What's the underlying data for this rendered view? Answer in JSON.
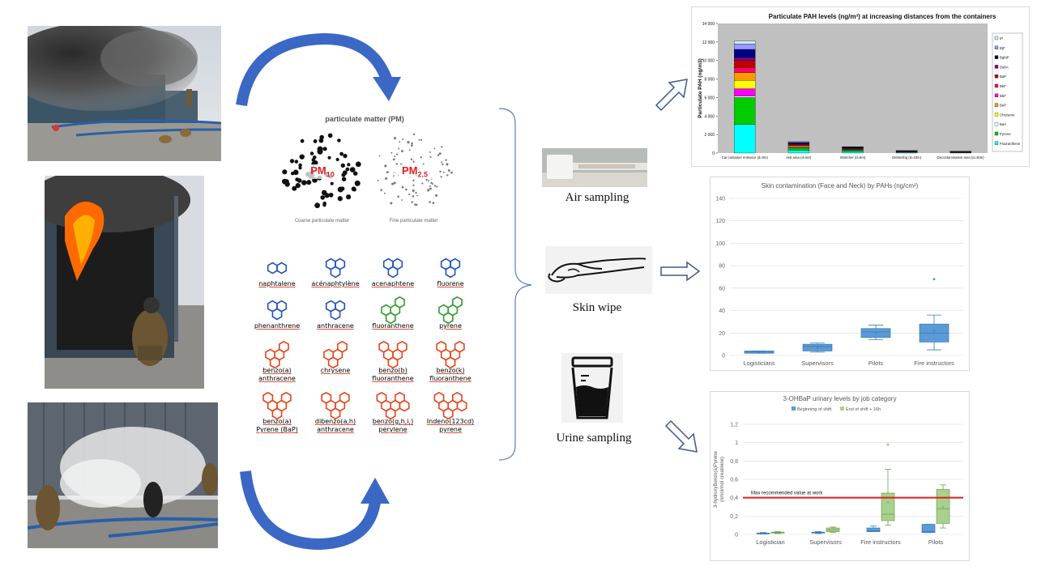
{
  "pm": {
    "title": "particulate matter (PM)",
    "pm10_prefix": "PM",
    "pm10_sub": "10",
    "pm25_prefix": "PM",
    "pm25_sub": "2.5",
    "coarse_label": "Coarse particulate matter",
    "fine_label": "Fine particulate matter"
  },
  "molecules": [
    {
      "name": "naphtalene",
      "color": "#1f4fbf"
    },
    {
      "name": "acénaphtylène",
      "color": "#1f4fbf"
    },
    {
      "name": "acenaphtene",
      "color": "#1f4fbf"
    },
    {
      "name": "fluorene",
      "color": "#1f4fbf"
    },
    {
      "name": "phenanthrene",
      "color": "#1f4fbf"
    },
    {
      "name": "anthracene",
      "color": "#1f4fbf"
    },
    {
      "name": "fluoranthene",
      "color": "#2e9b2e"
    },
    {
      "name": "pyrene",
      "color": "#2e9b2e"
    },
    {
      "name": "benzo(a)\nanthracene",
      "color": "#e8441a"
    },
    {
      "name": "chrysene",
      "color": "#e8441a"
    },
    {
      "name": "benzo(b)\nfluoranthene",
      "color": "#e8441a"
    },
    {
      "name": "benzo(k)\nfluoranthene",
      "color": "#e8441a"
    },
    {
      "name": "benzo(a)\nPyrene (BaP)",
      "color": "#e8441a"
    },
    {
      "name": "dibenzo(a,h)\nanthracene",
      "color": "#e8441a"
    },
    {
      "name": "benzo(g,h,i,)\nperylene",
      "color": "#e8441a"
    },
    {
      "name": "Indeno(123cd)\npyrene",
      "color": "#e8441a"
    }
  ],
  "sampling": {
    "air": "Air sampling",
    "skin": "Skin wipe",
    "urine": "Urine sampling"
  },
  "colors": {
    "arrow_blue": "#3a68c4",
    "red_line": "#e02020",
    "box_blue": "#5b9bd5",
    "box_green": "#a9d18e"
  },
  "chart_data": [
    {
      "type": "bar",
      "title": "Particulate PAH levels (ng/m³) at increasing distances from the containers",
      "ylabel": "Particulate PAH (ng/m3)",
      "ylim": [
        0,
        14000
      ],
      "yticks": [
        "0",
        "2 000",
        "4 000",
        "6 000",
        "8 000",
        "10 000",
        "12 000",
        "14 000"
      ],
      "categories": [
        "Car container entrance (d=0m)",
        "rest area (d=5m)",
        "Stretcher (d=6m)",
        "Debriefing (d=10m)",
        "Decontamination area (d=30m)"
      ],
      "legend": [
        "IP",
        "BjF",
        "BghiP",
        "DahA",
        "BaP",
        "BkF",
        "BbF",
        "BeP",
        "Chrysene",
        "BaA",
        "Pyrene",
        "Fluoranthene"
      ],
      "legend_colors": [
        "#ccecff",
        "#9999ff",
        "#000080",
        "#8b008b",
        "#c00000",
        "#ff0066",
        "#ff00ff",
        "#ff9900",
        "#ffff00",
        "#ffffff",
        "#00cc00",
        "#00ffff"
      ],
      "series": [
        {
          "name": "Fluoranthene",
          "color": "#00ffff",
          "values": [
            3100,
            280,
            160,
            60,
            40
          ]
        },
        {
          "name": "Pyrene",
          "color": "#00cc00",
          "values": [
            2900,
            260,
            150,
            55,
            40
          ]
        },
        {
          "name": "BaA",
          "color": "#ffffff",
          "values": [
            150,
            20,
            10,
            5,
            5
          ]
        },
        {
          "name": "Chrysene",
          "color": "#ff00ff",
          "values": [
            800,
            80,
            50,
            20,
            15
          ]
        },
        {
          "name": "BeP",
          "color": "#ffff00",
          "values": [
            900,
            90,
            50,
            20,
            15
          ]
        },
        {
          "name": "BbF",
          "color": "#ff9900",
          "values": [
            850,
            90,
            50,
            20,
            15
          ]
        },
        {
          "name": "BkF",
          "color": "#ff0066",
          "values": [
            500,
            60,
            30,
            15,
            10
          ]
        },
        {
          "name": "BaP",
          "color": "#c00000",
          "values": [
            800,
            90,
            50,
            20,
            15
          ]
        },
        {
          "name": "DahA",
          "color": "#8b008b",
          "values": [
            300,
            40,
            20,
            10,
            5
          ]
        },
        {
          "name": "BghiP",
          "color": "#000080",
          "values": [
            900,
            100,
            60,
            25,
            20
          ]
        },
        {
          "name": "BjF",
          "color": "#9999ff",
          "values": [
            600,
            80,
            40,
            15,
            10
          ]
        },
        {
          "name": "IP",
          "color": "#ccecff",
          "values": [
            300,
            40,
            20,
            10,
            5
          ]
        }
      ]
    },
    {
      "type": "box",
      "title": "Skin contamination (Face and Neck) by PAHs (ng/cm²)",
      "ylim": [
        0,
        140
      ],
      "yticks": [
        "0",
        "20",
        "40",
        "60",
        "80",
        "100",
        "120",
        "140"
      ],
      "categories": [
        "Logisticians",
        "Supervisors",
        "Pilots",
        "Fire instructors"
      ],
      "boxes": [
        {
          "min": 2,
          "q1": 2,
          "median": 3,
          "q3": 4,
          "max": 4,
          "mean": 3,
          "outliers": []
        },
        {
          "min": 3,
          "q1": 4,
          "median": 8,
          "q3": 10,
          "max": 11,
          "mean": 7,
          "outliers": []
        },
        {
          "min": 14,
          "q1": 16,
          "median": 21,
          "q3": 24,
          "max": 27,
          "mean": 20,
          "outliers": []
        },
        {
          "min": 5,
          "q1": 12,
          "median": 20,
          "q3": 28,
          "max": 36,
          "mean": 22,
          "outliers": [
            68
          ]
        }
      ]
    },
    {
      "type": "box",
      "title": "3-OHBaP urinary levels by job category",
      "ylabel": "3-hydroxyBenzo(a)Pyrene\n(nmol/mol creatinine)",
      "ylim": [
        0,
        1.2
      ],
      "yticks": [
        "0",
        "0,2",
        "0,4",
        "0,6",
        "0,8",
        "1",
        "1,2"
      ],
      "categories": [
        "Logistician",
        "Supervisors",
        "Fire instructors",
        "Pilots"
      ],
      "legend": [
        "Beginning of shift",
        "End of shift + 16h"
      ],
      "reference_line": {
        "value": 0.4,
        "label": "Max recommended value at work"
      },
      "groups": [
        [
          {
            "min": 0.005,
            "q1": 0.007,
            "median": 0.01,
            "q3": 0.015,
            "max": 0.02,
            "outliers": []
          },
          {
            "min": 0.01,
            "q1": 0.015,
            "median": 0.02,
            "q3": 0.025,
            "max": 0.03,
            "outliers": []
          }
        ],
        [
          {
            "min": 0.01,
            "q1": 0.015,
            "median": 0.02,
            "q3": 0.025,
            "max": 0.03,
            "outliers": []
          },
          {
            "min": 0.02,
            "q1": 0.03,
            "median": 0.05,
            "q3": 0.07,
            "max": 0.08,
            "outliers": []
          }
        ],
        [
          {
            "min": 0.03,
            "q1": 0.03,
            "median": 0.04,
            "q3": 0.07,
            "max": 0.09,
            "outliers": []
          },
          {
            "min": 0.1,
            "q1": 0.15,
            "median": 0.22,
            "q3": 0.45,
            "max": 0.71,
            "mean": 0.35,
            "outliers": [
              0.98
            ]
          }
        ],
        [
          {
            "min": 0.02,
            "q1": 0.02,
            "median": 0.03,
            "q3": 0.11,
            "max": 0.11,
            "outliers": []
          },
          {
            "min": 0.07,
            "q1": 0.12,
            "median": 0.28,
            "q3": 0.49,
            "max": 0.54,
            "mean": 0.3,
            "outliers": []
          }
        ]
      ]
    }
  ]
}
